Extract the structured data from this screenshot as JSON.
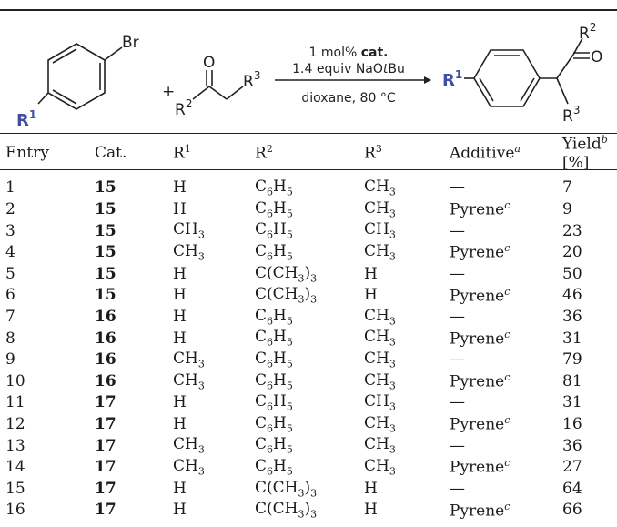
{
  "scheme": {
    "aryl_substituent": "Br",
    "plus_sign": "+",
    "carbonyl_O": "O",
    "r1": "R",
    "r2": "R",
    "r3": "R",
    "r1_sup": "1",
    "r2_sup": "2",
    "r3_sup": "3",
    "cond_catalyst_prefix": "1 mol% ",
    "cond_catalyst": "cat.",
    "cond_base_prefix": "1.4 equiv NaO",
    "cond_base_italic": "t",
    "cond_base_suffix": "Bu",
    "cond_solvent": "dioxane, 80 °C",
    "accent_color": "#3f4fa3"
  },
  "table": {
    "headers": {
      "entry": "Entry",
      "cat": "Cat.",
      "r1": "R",
      "r1_sup": "1",
      "r2": "R",
      "r2_sup": "2",
      "r3": "R",
      "r3_sup": "3",
      "additive": "Additive",
      "additive_sup": "a",
      "yield": "Yield",
      "yield_sup": "b",
      "yield_unit": " [%]"
    },
    "rows": [
      {
        "entry": "1",
        "cat": "15",
        "r1": "H",
        "r2": "C6H5",
        "r3": "CH3",
        "additive": "—",
        "yield": "7"
      },
      {
        "entry": "2",
        "cat": "15",
        "r1": "H",
        "r2": "C6H5",
        "r3": "CH3",
        "additive": "Pyrene",
        "additive_sup": "c",
        "yield": "9"
      },
      {
        "entry": "3",
        "cat": "15",
        "r1": "CH3",
        "r2": "C6H5",
        "r3": "CH3",
        "additive": "—",
        "yield": "23"
      },
      {
        "entry": "4",
        "cat": "15",
        "r1": "CH3",
        "r2": "C6H5",
        "r3": "CH3",
        "additive": "Pyrene",
        "additive_sup": "c",
        "yield": "20"
      },
      {
        "entry": "5",
        "cat": "15",
        "r1": "H",
        "r2": "C(CH3)3",
        "r3": "H",
        "additive": "—",
        "yield": "50"
      },
      {
        "entry": "6",
        "cat": "15",
        "r1": "H",
        "r2": "C(CH3)3",
        "r3": "H",
        "additive": "Pyrene",
        "additive_sup": "c",
        "yield": "46"
      },
      {
        "entry": "7",
        "cat": "16",
        "r1": "H",
        "r2": "C6H5",
        "r3": "CH3",
        "additive": "—",
        "yield": "36"
      },
      {
        "entry": "8",
        "cat": "16",
        "r1": "H",
        "r2": "C6H5",
        "r3": "CH3",
        "additive": "Pyrene",
        "additive_sup": "c",
        "yield": "31"
      },
      {
        "entry": "9",
        "cat": "16",
        "r1": "CH3",
        "r2": "C6H5",
        "r3": "CH3",
        "additive": "—",
        "yield": "79"
      },
      {
        "entry": "10",
        "cat": "16",
        "r1": "CH3",
        "r2": "C6H5",
        "r3": "CH3",
        "additive": "Pyrene",
        "additive_sup": "c",
        "yield": "81"
      },
      {
        "entry": "11",
        "cat": "17",
        "r1": "H",
        "r2": "C6H5",
        "r3": "CH3",
        "additive": "—",
        "yield": "31"
      },
      {
        "entry": "12",
        "cat": "17",
        "r1": "H",
        "r2": "C6H5",
        "r3": "CH3",
        "additive": "Pyrene",
        "additive_sup": "c",
        "yield": "16"
      },
      {
        "entry": "13",
        "cat": "17",
        "r1": "CH3",
        "r2": "C6H5",
        "r3": "CH3",
        "additive": "—",
        "yield": "36"
      },
      {
        "entry": "14",
        "cat": "17",
        "r1": "CH3",
        "r2": "C6H5",
        "r3": "CH3",
        "additive": "Pyrene",
        "additive_sup": "c",
        "yield": "27"
      },
      {
        "entry": "15",
        "cat": "17",
        "r1": "H",
        "r2": "C(CH3)3",
        "r3": "H",
        "additive": "—",
        "yield": "64"
      },
      {
        "entry": "16",
        "cat": "17",
        "r1": "H",
        "r2": "C(CH3)3",
        "r3": "H",
        "additive": "Pyrene",
        "additive_sup": "c",
        "yield": "66"
      }
    ]
  }
}
